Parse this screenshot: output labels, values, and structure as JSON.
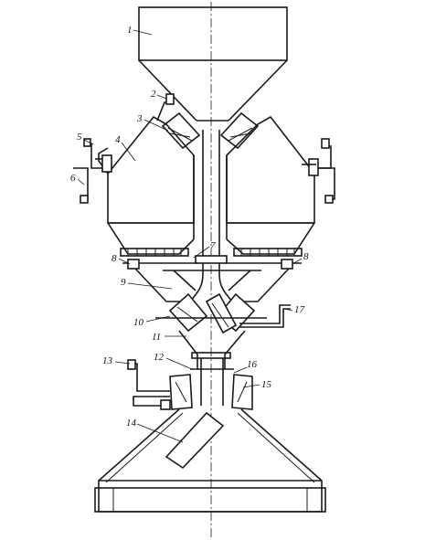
{
  "diagram": {
    "callouts": [
      {
        "id": "c1",
        "text": "1"
      },
      {
        "id": "c2",
        "text": "2"
      },
      {
        "id": "c3",
        "text": "3"
      },
      {
        "id": "c4",
        "text": "4"
      },
      {
        "id": "c5",
        "text": "5"
      },
      {
        "id": "c6",
        "text": "6"
      },
      {
        "id": "c7",
        "text": "7"
      },
      {
        "id": "c8a",
        "text": "8"
      },
      {
        "id": "c8b",
        "text": "8"
      },
      {
        "id": "c9",
        "text": "9"
      },
      {
        "id": "c10",
        "text": "10"
      },
      {
        "id": "c11",
        "text": "11"
      },
      {
        "id": "c12",
        "text": "12"
      },
      {
        "id": "c13",
        "text": "13"
      },
      {
        "id": "c14",
        "text": "14"
      },
      {
        "id": "c15",
        "text": "15"
      },
      {
        "id": "c16",
        "text": "16"
      },
      {
        "id": "c17",
        "text": "17"
      }
    ]
  }
}
